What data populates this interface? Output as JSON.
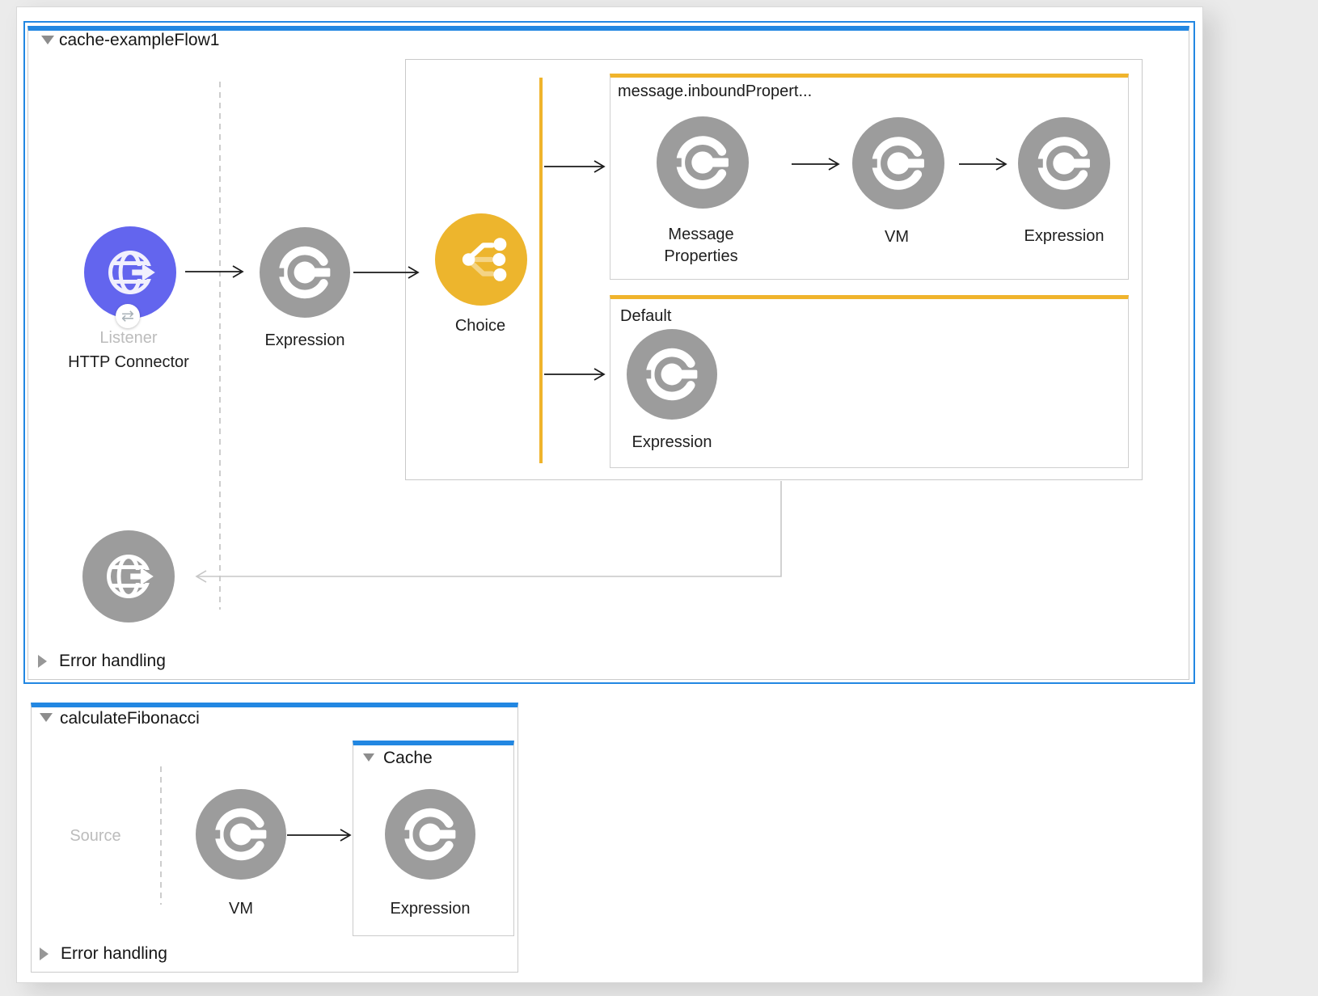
{
  "colors": {
    "selection_blue": "#2287e2",
    "flow_bar_blue": "#2287e2",
    "choice_yellow": "#edb52d",
    "branch_bar_yellow": "#f0b42c",
    "component_gray": "#9c9c9c",
    "http_indigo": "#6365ee"
  },
  "flow1": {
    "title": "cache-exampleFlow1",
    "source": {
      "sublabel": "Listener",
      "label": "HTTP Connector",
      "badge_glyph": "⇄"
    },
    "steps": {
      "expression": "Expression",
      "choice": "Choice"
    },
    "choice_router": {
      "when": {
        "condition": "message.inboundPropert...",
        "steps": {
          "message_properties": "Message Properties",
          "vm": "VM",
          "expression": "Expression"
        }
      },
      "default": {
        "label": "Default",
        "steps": {
          "expression": "Expression"
        }
      }
    },
    "error_handling": "Error handling"
  },
  "flow2": {
    "title": "calculateFibonacci",
    "source_placeholder": "Source",
    "steps": {
      "vm": "VM"
    },
    "cache": {
      "label": "Cache",
      "steps": {
        "expression": "Expression"
      }
    },
    "error_handling": "Error handling"
  }
}
